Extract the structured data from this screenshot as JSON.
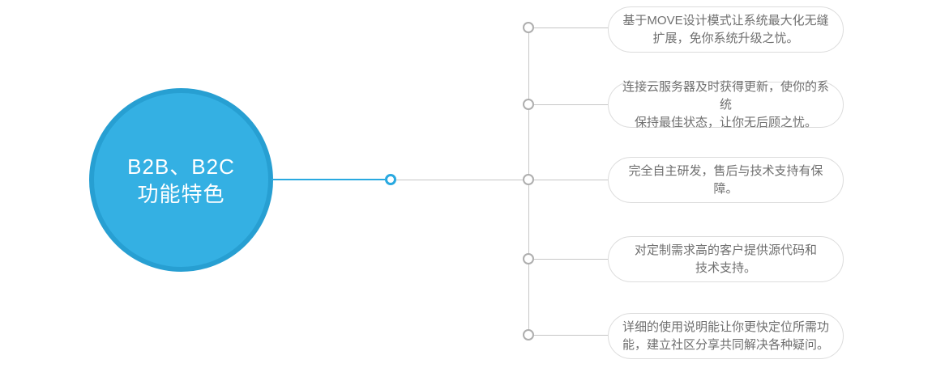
{
  "diagram": {
    "hub": {
      "title_line1": "B2B、B2C",
      "title_line2": "功能特色",
      "fill_color": "#34b0e3",
      "rim_color": "#279fd2",
      "text_color": "#ffffff"
    },
    "connector": {
      "accent_color": "#29a9e0",
      "line_color": "#c6c6c6",
      "node_border_color": "#aeaeae"
    },
    "features": [
      {
        "lines": [
          "基于MOVE设计模式让系统最大化无缝",
          "扩展，免你系统升级之忧。"
        ]
      },
      {
        "lines": [
          "连接云服务器及时获得更新，使你的系统",
          "保持最佳状态，让你无后顾之忧。"
        ]
      },
      {
        "lines": [
          "完全自主研发，售后与技术支持有保障。",
          ""
        ]
      },
      {
        "lines": [
          "对定制需求高的客户提供源代码和",
          "技术支持。"
        ]
      },
      {
        "lines": [
          "详细的使用说明能让你更快定位所需功",
          "能，建立社区分享共同解决各种疑问。"
        ]
      }
    ]
  }
}
